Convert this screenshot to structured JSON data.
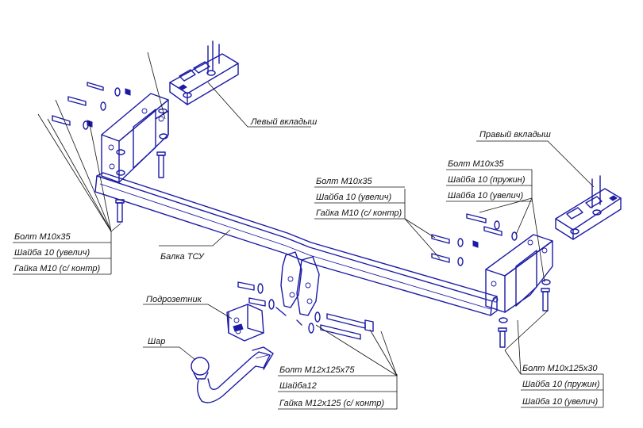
{
  "labels": {
    "left_insert": "Левый вкладыш",
    "right_insert": "Правый вкладыш",
    "beam": "Балка ТСУ",
    "socket_holder": "Подрозетник",
    "ball": "Шар",
    "left_fasteners": [
      "Болт М10х35",
      "Шайба 10 (увелич)",
      "Гайка М10 (с/ контр)"
    ],
    "middle_fasteners": [
      "Болт М10х35",
      "Шайба 10 (увелич)",
      "Гайка М10 (с/ контр)"
    ],
    "right_top_fasteners": [
      "Болт М10х35",
      "Шайба 10 (пружин)",
      "Шайба 10 (увелич)"
    ],
    "ball_fasteners": [
      "Болт М12х125х75",
      "Шайба12",
      "Гайка М12х125 (с/ контр)"
    ],
    "right_bottom_fasteners": [
      "Болт М10х125х30",
      "Шайба 10 (пружин)",
      "Шайба 10 (увелич)"
    ]
  },
  "colors": {
    "drawing": "#1a1aa6",
    "leaders": "#111111"
  }
}
